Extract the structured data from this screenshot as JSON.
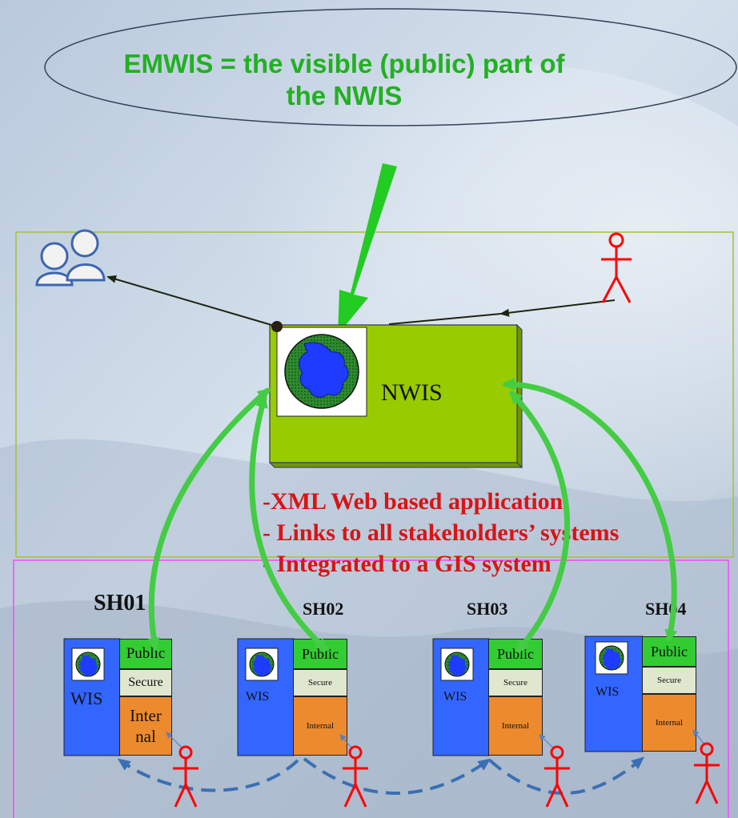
{
  "title": {
    "line1": "EMWIS = the visible (public) part of",
    "line2": "the NWIS"
  },
  "center_node": {
    "label": "NWIS"
  },
  "features": [
    "-XML Web based application",
    "- Links to all stakeholders’ systems",
    "- Integrated to a GIS system"
  ],
  "stakeholders": [
    {
      "label": "SH01",
      "wis": "WIS",
      "public": "Public",
      "secure": "Secure",
      "internal_l1": "Inter",
      "internal_l2": "nal"
    },
    {
      "label": "SH02",
      "wis": "WIS",
      "public": "Public",
      "secure": "Secure",
      "internal": "Internal"
    },
    {
      "label": "SH03",
      "wis": "WIS",
      "public": "Public",
      "secure": "Secure",
      "internal": "Internal"
    },
    {
      "label": "SH04",
      "wis": "WIS",
      "public": "Public",
      "secure": "Secure",
      "internal": "Internal"
    }
  ],
  "colors": {
    "title_green": "#22b022",
    "nwis_box": "#99cc00",
    "wis_blue": "#3366ff",
    "public_green": "#33cc33",
    "secure_light": "#dfe7cf",
    "internal_orange": "#ee8a2e",
    "feature_red": "#d81414",
    "actor_red": "#ff0000",
    "link_green": "#44cc44",
    "dashed_blue": "#3a6fb5",
    "upper_frame": "#a8c030",
    "lower_frame": "#ff44ff"
  },
  "icons": [
    "globe-icon",
    "users-icon",
    "actor-icon"
  ]
}
